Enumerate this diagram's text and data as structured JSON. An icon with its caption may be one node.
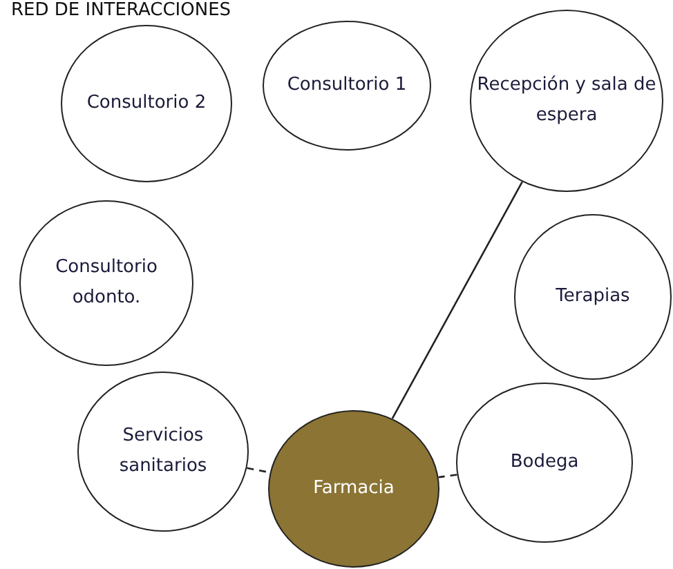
{
  "diagram": {
    "title": "RED DE INTERACCIONES",
    "nodes": [
      {
        "text": [
          "Consultorio 2"
        ]
      },
      {
        "text": [
          "Consultorio 1"
        ]
      },
      {
        "text": [
          "Recepción y sala de espera"
        ]
      },
      {
        "text": [
          "Consultorio odonto."
        ]
      },
      {
        "text": [
          "Terapias"
        ]
      },
      {
        "text": [
          "Servicios sanitarios"
        ]
      },
      {
        "text": [
          "Farmacia"
        ]
      },
      {
        "text": [
          "Bodega"
        ]
      }
    ],
    "edges": [
      {
        "from": 2,
        "to": 6,
        "arrow": "none"
      },
      {
        "from": 5,
        "to": 6,
        "arrow": "none",
        "style": "dashed"
      },
      {
        "from": 7,
        "to": 6,
        "arrow": "none",
        "style": "dashed"
      }
    ]
  }
}
